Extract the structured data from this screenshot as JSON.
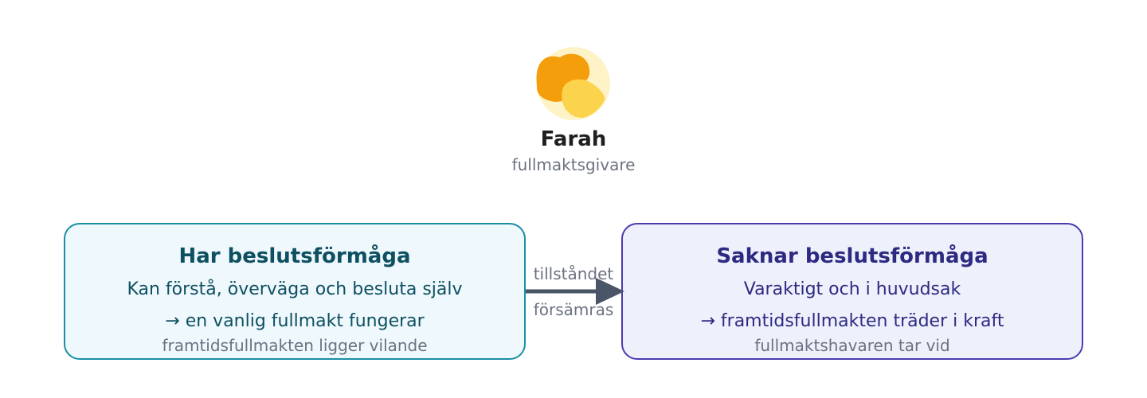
{
  "person": {
    "name": "Farah",
    "role": "fullmaktsgivare",
    "avatar_icon": "person-avatar-icon",
    "avatar_colors": {
      "background": "#fef3c7",
      "primary": "#f59e0b",
      "secondary": "#fcd34d"
    }
  },
  "states": [
    {
      "title": "Har beslutsförmåga",
      "description": "Kan förstå, överväga och besluta själv",
      "result": "→ en vanlig fullmakt fungerar",
      "note": "framtidsfullmakten ligger vilande",
      "text_color": "#0e5061",
      "border_color": "#1a8fa3",
      "fill_color": "#eff8fd"
    },
    {
      "title": "Saknar beslutsförmåga",
      "description": "Varaktigt och i huvudsak",
      "result": "→ framtidsfullmakten träder i kraft",
      "note": "fullmaktshavaren tar vid",
      "text_color": "#2e2a82",
      "border_color": "#4a3cb0",
      "fill_color": "#eef1fc"
    }
  ],
  "transition": {
    "label_top": "tillståndet",
    "label_bottom": "försämras",
    "arrow_icon": "arrow-right-icon",
    "color": "#4a5568"
  }
}
